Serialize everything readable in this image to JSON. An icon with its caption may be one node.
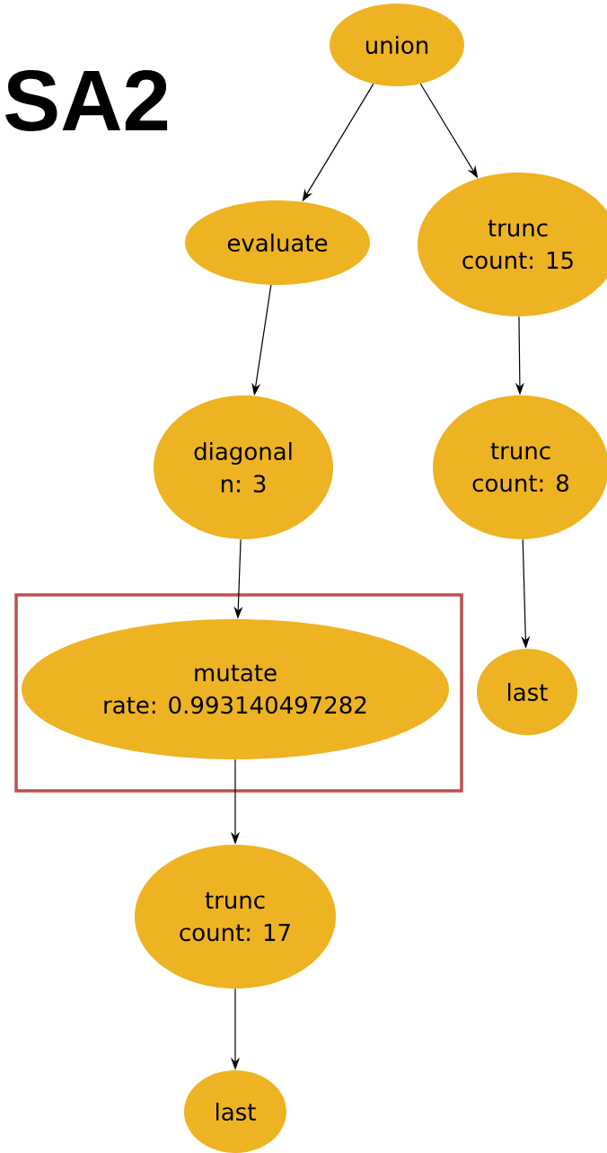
{
  "diagram": {
    "title": "SA2",
    "nodes": [
      {
        "text": [
          "union"
        ]
      },
      {
        "text": [
          "evaluate"
        ]
      },
      {
        "text": [
          "trunc",
          "count: 15"
        ]
      },
      {
        "text": [
          "diagonal",
          "n: 3"
        ]
      },
      {
        "text": [
          "trunc",
          "count: 8"
        ]
      },
      {
        "text": [],
        "shape": "box"
      },
      {
        "text": [
          "mutate",
          "rate: 0.993140497282"
        ],
        "in": 5
      },
      {
        "text": [
          "last"
        ]
      },
      {
        "text": [
          "trunc",
          "count: 17"
        ]
      },
      {
        "text": [
          "last"
        ]
      }
    ],
    "edges": [
      {
        "from": 0,
        "to": 1,
        "arrow": "to"
      },
      {
        "from": 0,
        "to": 2,
        "arrow": "to"
      },
      {
        "from": 1,
        "to": 3,
        "arrow": "to"
      },
      {
        "from": 2,
        "to": 4,
        "arrow": "to"
      },
      {
        "from": 3,
        "to": 6,
        "arrow": "to"
      },
      {
        "from": 4,
        "to": 7,
        "arrow": "to"
      },
      {
        "from": 6,
        "to": 8,
        "arrow": "to"
      },
      {
        "from": 8,
        "to": 9,
        "arrow": "to"
      }
    ]
  }
}
